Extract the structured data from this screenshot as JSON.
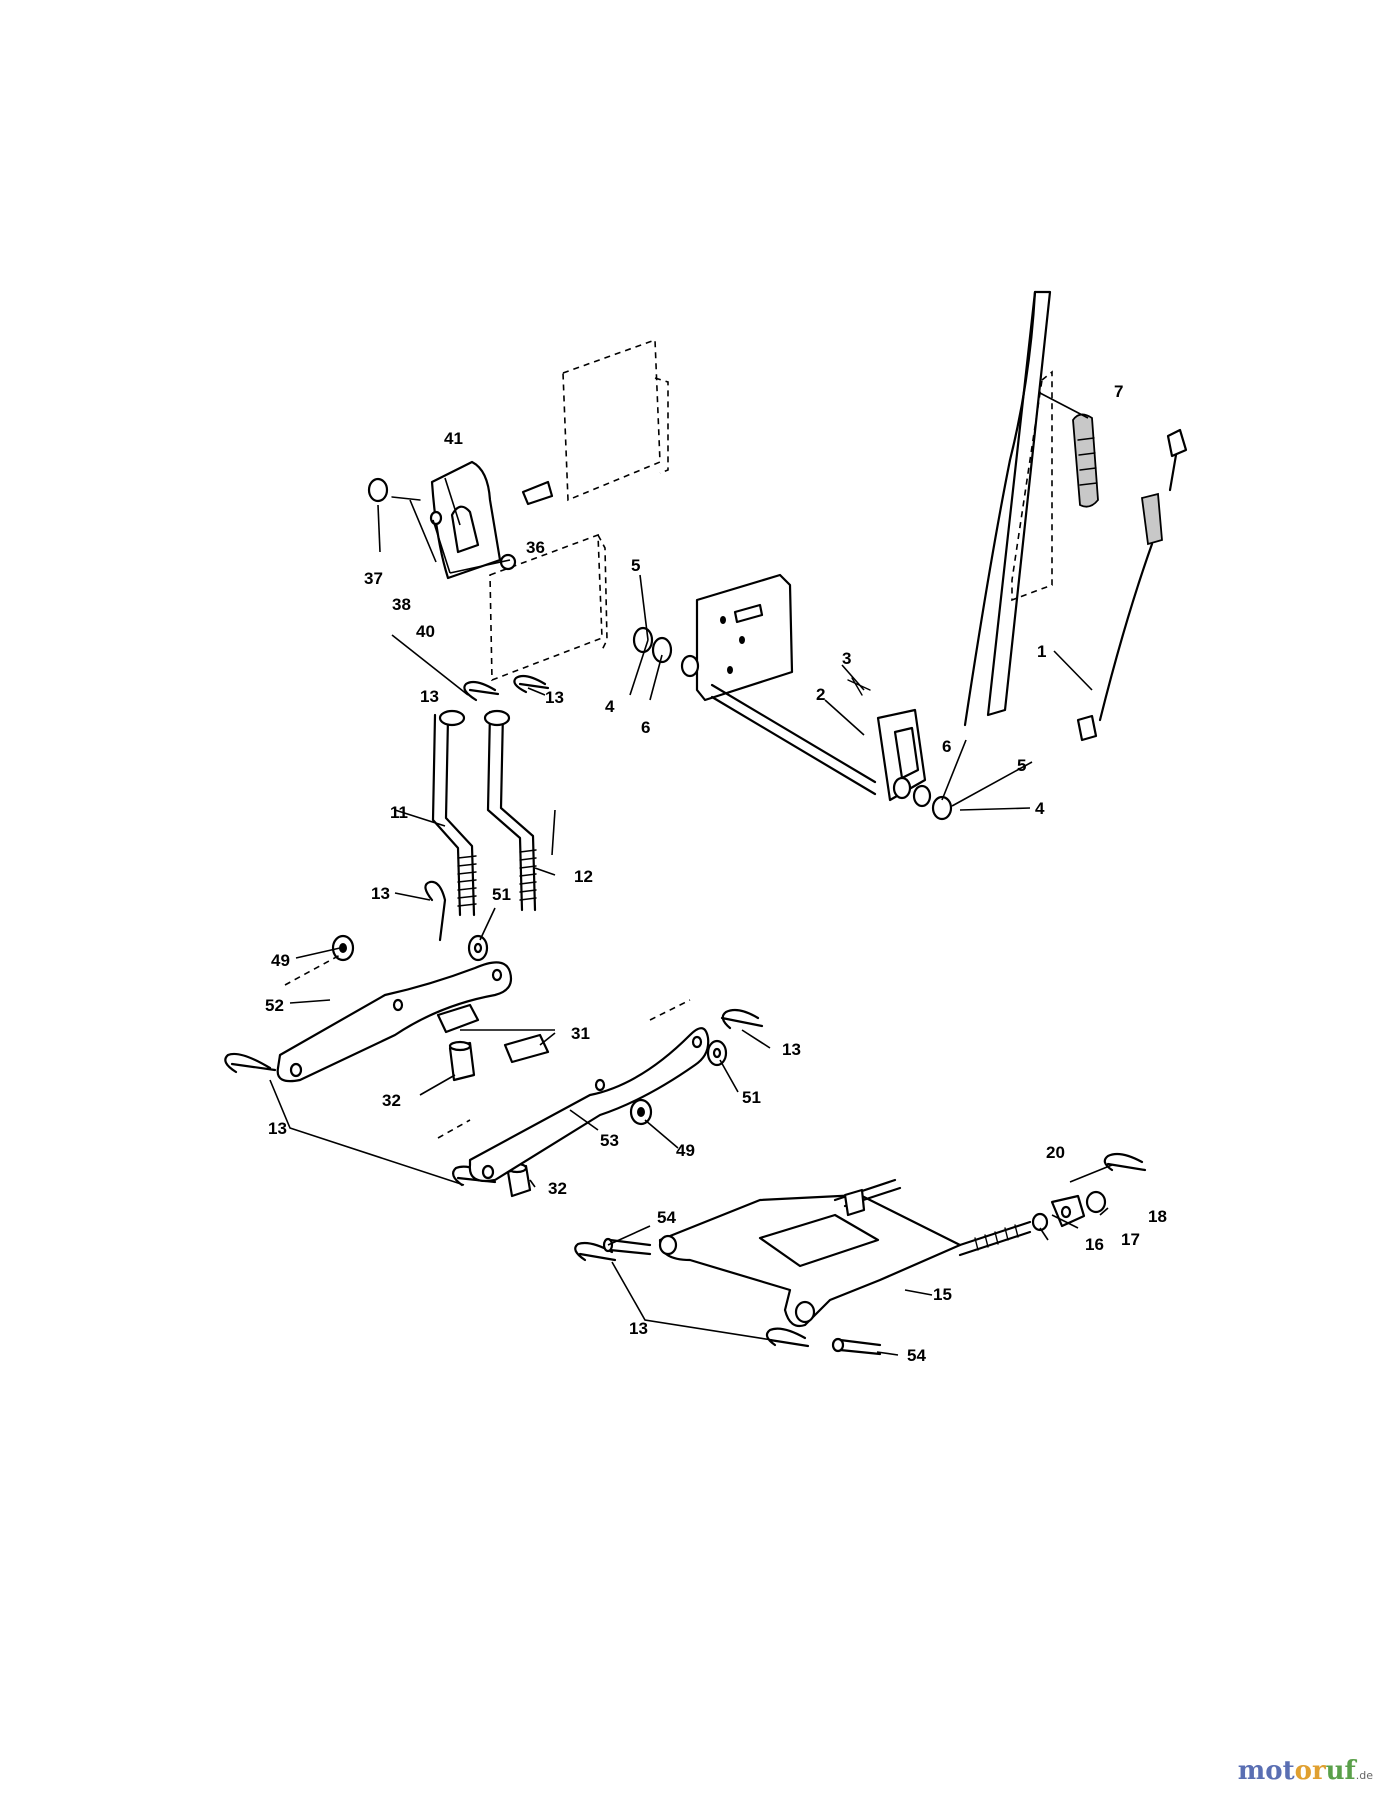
{
  "callouts": {
    "c1": "1",
    "c2": "2",
    "c3": "3",
    "c4a": "4",
    "c4b": "4",
    "c5a": "5",
    "c5b": "5",
    "c6a": "6",
    "c6b": "6",
    "c7": "7",
    "c11": "11",
    "c12": "12",
    "c13a": "13",
    "c13b": "13",
    "c13c": "13",
    "c13d": "13",
    "c13e": "13",
    "c13f": "13",
    "c15": "15",
    "c16": "16",
    "c17": "17",
    "c18": "18",
    "c20": "20",
    "c31": "31",
    "c32a": "32",
    "c32b": "32",
    "c36": "36",
    "c37": "37",
    "c38": "38",
    "c40": "40",
    "c41": "41",
    "c49a": "49",
    "c49b": "49",
    "c51a": "51",
    "c51b": "51",
    "c52": "52",
    "c53": "53",
    "c54a": "54",
    "c54b": "54"
  },
  "watermark": {
    "part1": "mot",
    "part2": "or",
    "part3": "uf",
    "suffix": ".de"
  },
  "colors": {
    "line": "#000000",
    "background": "#ffffff"
  }
}
